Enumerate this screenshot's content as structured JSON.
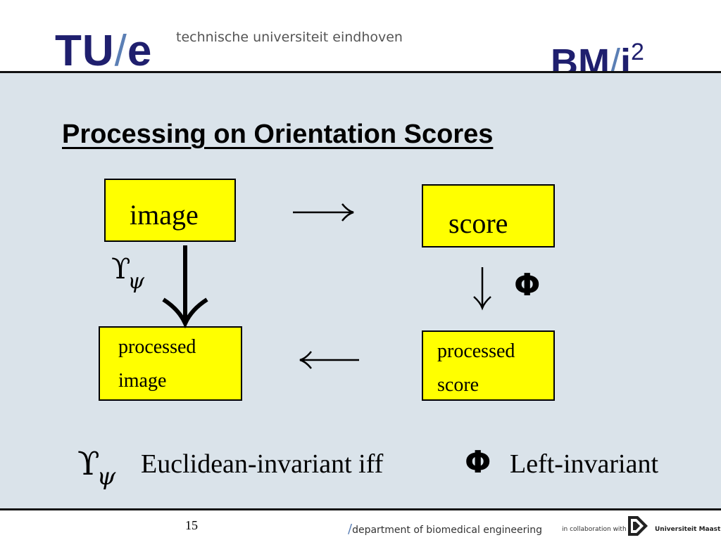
{
  "header": {
    "logo_left": {
      "tu": "TU",
      "slash": "/",
      "e": "e"
    },
    "subtitle": "technische universiteit eindhoven",
    "logo_right": {
      "bm": "BM",
      "slash": "/",
      "i": "i",
      "sup": "2"
    }
  },
  "slide": {
    "title": "Processing on Orientation Scores",
    "boxes": {
      "image": "image",
      "score": "score",
      "processed_image": [
        "processed",
        "image"
      ],
      "processed_score": [
        "processed",
        "score"
      ]
    },
    "symbols": {
      "upsilon": "ϒ",
      "psi": "ψ",
      "phi": "Φ"
    },
    "bottom": {
      "euclidean": "Euclidean-invariant iff",
      "left": "Left-invariant"
    },
    "colors": {
      "box_fill": "#ffff00",
      "background": "#dae3ea",
      "logo_blue": "#1f1f6e"
    }
  },
  "footer": {
    "page_number": "15",
    "department_slash": "/",
    "department": "department of biomedical engineering",
    "collaboration": "in collaboration with",
    "partner": "Universiteit Maastricht"
  }
}
